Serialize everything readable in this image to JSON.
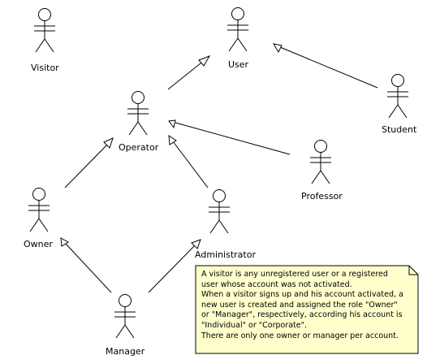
{
  "actors": {
    "visitor": "Visitor",
    "user": "User",
    "operator": "Operator",
    "student": "Student",
    "professor": "Professor",
    "owner": "Owner",
    "administrator": "Administrator",
    "manager": "Manager"
  },
  "note": {
    "lines": [
      "A visitor is any unregistered user or a registered",
      "user whose account was not activated.",
      "When a visitor signs up and his account activated, a",
      "new user is created and assigned the role \"Owner\"",
      "or \"Manager\", respectively, according his account is",
      "\"Individual\" or \"Corporate\".",
      "There are only one owner or manager per account."
    ]
  },
  "colors": {
    "note_fill": "#ffffcc",
    "stroke": "#000000"
  }
}
